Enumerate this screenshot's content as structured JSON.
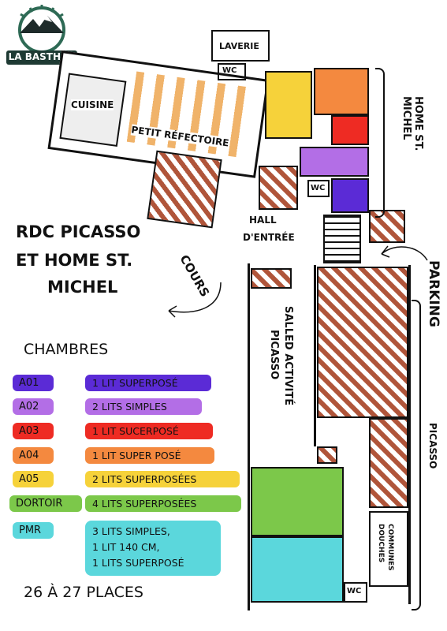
{
  "logo": {
    "name": "LA BASTHUS"
  },
  "title": {
    "line1": "RDC PICASSO",
    "line2": "ET HOME ST.",
    "line3": "MICHEL"
  },
  "rooms": {
    "laverie": "LAVERIE",
    "wc": "WC",
    "cuisine": "CUISINE",
    "petit_refectoire": "PETIT RÉFECTOIRE",
    "home_st_michel": "HOME ST. MICHEL",
    "hall": "HALL D'ENTRÉE",
    "cours": "COURS",
    "parking": "PARKING",
    "salle_activite": "SALLED ACTIVITÉ PICASSO",
    "picasso": "PICASSO",
    "douches": "DOUCHES COMMUNES"
  },
  "legend": {
    "heading": "CHAMBRES",
    "items": [
      {
        "code": "A01",
        "desc": "1 LIT SUPERPOSÉ",
        "color": "#5b2bd6"
      },
      {
        "code": "A02",
        "desc": "2 LITS SIMPLES",
        "color": "#b36ee6"
      },
      {
        "code": "A03",
        "desc": "1 LIT SUCERPOSÉ",
        "color": "#ee2b23"
      },
      {
        "code": "A04",
        "desc": "1 LIT SUPER POSÉ",
        "color": "#f4893f"
      },
      {
        "code": "A05",
        "desc": "2 LITS SUPERPOSÉES",
        "color": "#f6d23a"
      },
      {
        "code": "DORTOIR",
        "desc": "4 LITS SUPERPOSÉES",
        "color": "#7cc84a"
      },
      {
        "code": "PMR",
        "desc": "3 LITS SIMPLES, 1 LIT 140 CM, 1 LITS SUPERPOSÉ",
        "color": "#5bd7dc"
      }
    ],
    "pmr_lines": [
      "3 LITS SIMPLES,",
      "1 LIT 140 CM,",
      "1 LITS SUPERPOSÉ"
    ],
    "total": "26 À 27 PLACES"
  }
}
